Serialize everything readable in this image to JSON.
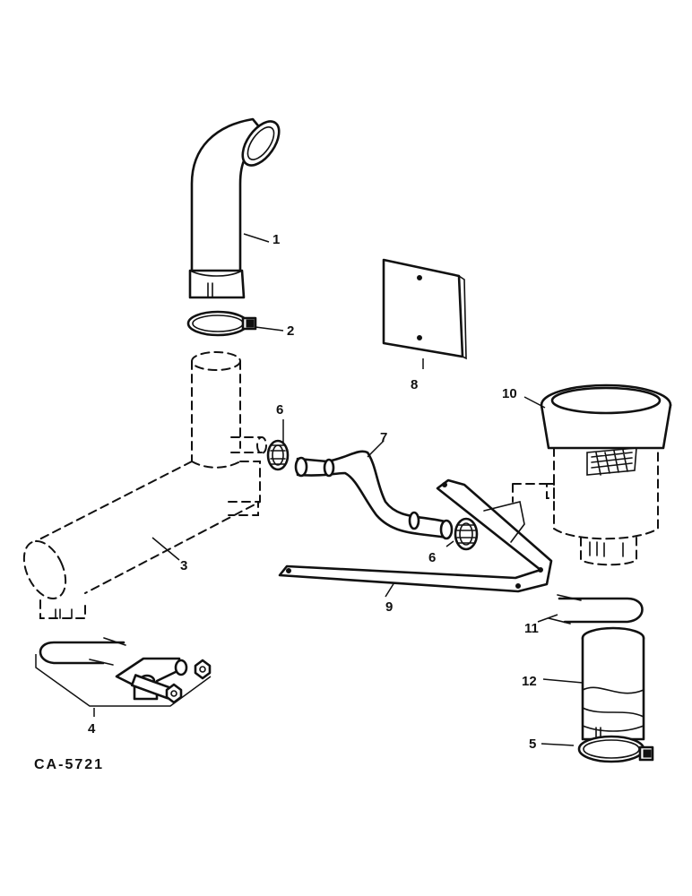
{
  "diagram": {
    "drawing_code": "CA-5721",
    "callouts": [
      {
        "id": "1",
        "label": "1"
      },
      {
        "id": "2",
        "label": "2"
      },
      {
        "id": "3",
        "label": "3"
      },
      {
        "id": "4",
        "label": "4"
      },
      {
        "id": "5",
        "label": "5"
      },
      {
        "id": "6a",
        "label": "6"
      },
      {
        "id": "6b",
        "label": "6"
      },
      {
        "id": "7",
        "label": "7"
      },
      {
        "id": "8",
        "label": "8"
      },
      {
        "id": "9",
        "label": "9"
      },
      {
        "id": "10",
        "label": "10"
      },
      {
        "id": "11",
        "label": "11"
      },
      {
        "id": "12",
        "label": "12"
      }
    ]
  }
}
